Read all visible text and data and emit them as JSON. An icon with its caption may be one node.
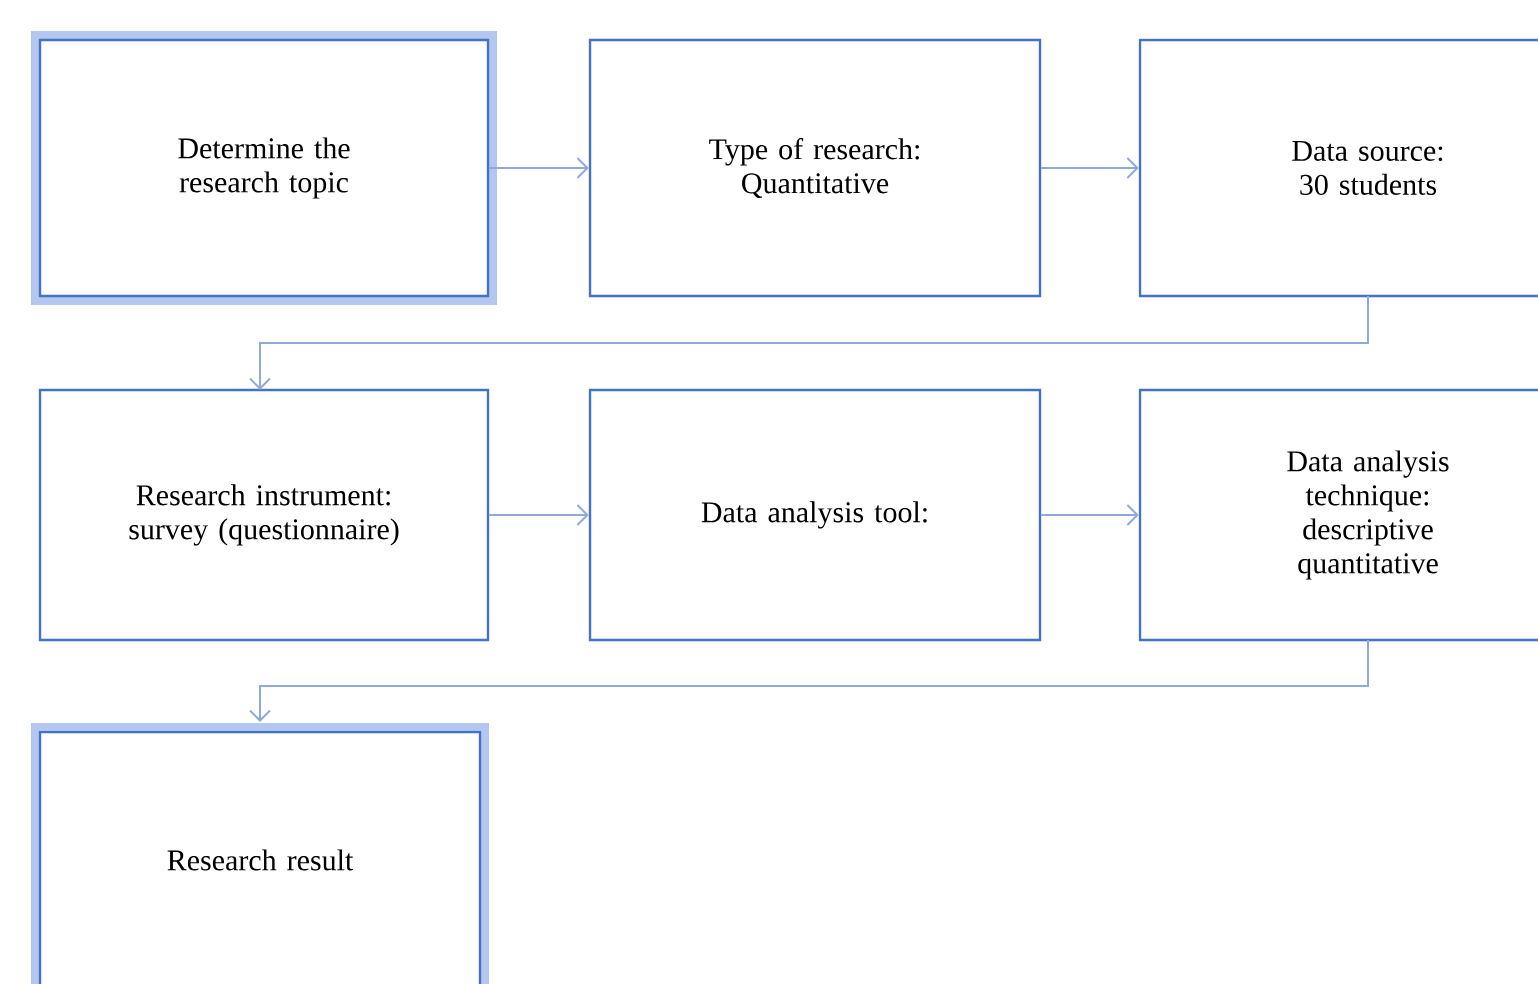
{
  "diagram": {
    "nodes": [
      {
        "text": [
          "Determine the research topic"
        ]
      },
      {
        "text": [
          "Type of research: Quantitative"
        ]
      },
      {
        "text": [
          "Data source: 30 students"
        ]
      },
      {
        "text": [
          "Research instrument: survey (questionnaire)"
        ]
      },
      {
        "text": [
          "Data analysis tool:"
        ]
      },
      {
        "text": [
          "Data analysis technique: descriptive quantitative"
        ]
      },
      {
        "text": [
          "Research result"
        ]
      }
    ],
    "edges": [
      {
        "from": 0,
        "to": 1,
        "arrow": "to"
      },
      {
        "from": 1,
        "to": 2,
        "arrow": "to"
      },
      {
        "from": 2,
        "to": 3,
        "arrow": "to"
      },
      {
        "from": 3,
        "to": 4,
        "arrow": "to"
      },
      {
        "from": 4,
        "to": 5,
        "arrow": "to"
      },
      {
        "from": 5,
        "to": 6,
        "arrow": "to"
      }
    ]
  }
}
